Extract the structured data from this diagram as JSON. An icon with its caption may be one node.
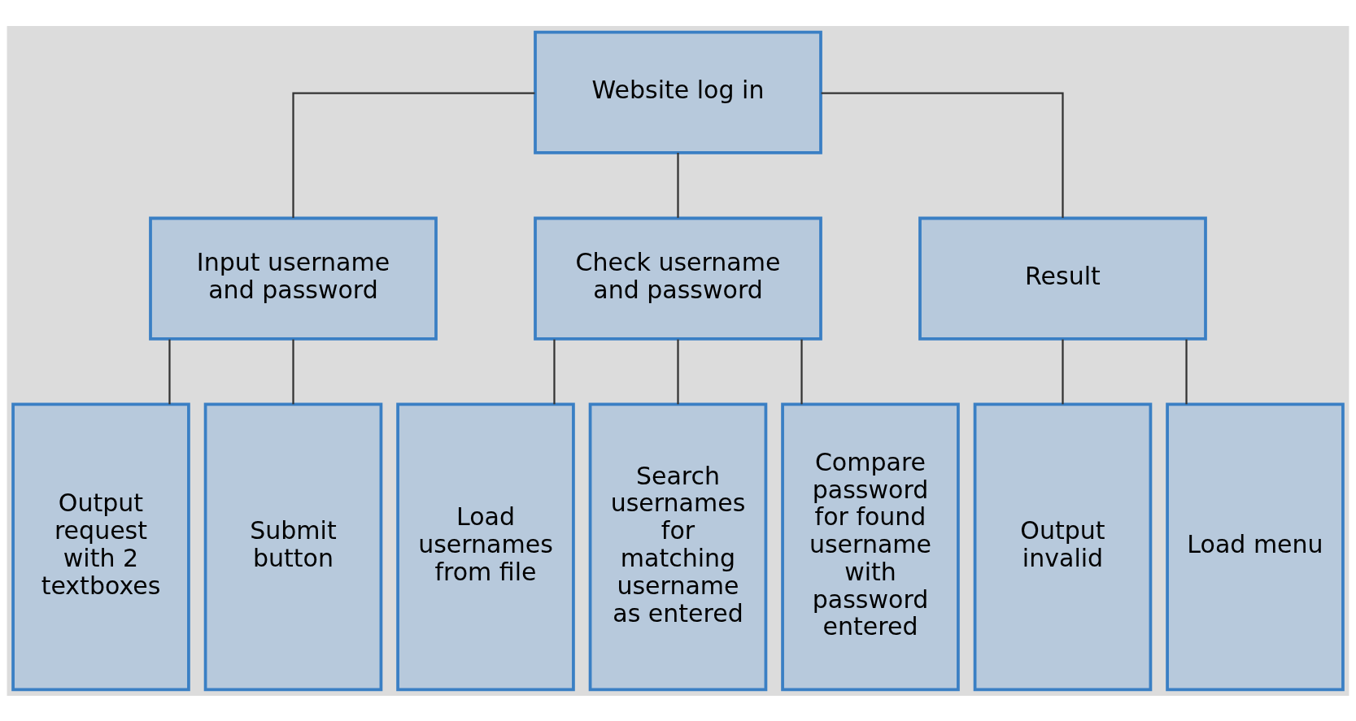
{
  "diagram": {
    "nodes": [
      {
        "text": [
          "Website log in"
        ]
      },
      {
        "text": [
          "Input username and password"
        ]
      },
      {
        "text": [
          "Check username and password"
        ]
      },
      {
        "text": [
          "Result"
        ]
      },
      {
        "text": [
          "Output request with 2 textboxes"
        ]
      },
      {
        "text": [
          "Submit button"
        ]
      },
      {
        "text": [
          "Load usernames from file"
        ]
      },
      {
        "text": [
          "Search usernames for matching username as entered"
        ]
      },
      {
        "text": [
          "Compare password for found username with password entered"
        ]
      },
      {
        "text": [
          "Output invalid"
        ]
      },
      {
        "text": [
          "Load menu"
        ]
      }
    ],
    "edges": [
      {
        "from": 0,
        "to": 1,
        "arrow": "none"
      },
      {
        "from": 0,
        "to": 2,
        "arrow": "none"
      },
      {
        "from": 0,
        "to": 3,
        "arrow": "none"
      },
      {
        "from": 1,
        "to": 4,
        "arrow": "none"
      },
      {
        "from": 1,
        "to": 5,
        "arrow": "none"
      },
      {
        "from": 2,
        "to": 6,
        "arrow": "none"
      },
      {
        "from": 2,
        "to": 7,
        "arrow": "none"
      },
      {
        "from": 2,
        "to": 8,
        "arrow": "none"
      },
      {
        "from": 3,
        "to": 9,
        "arrow": "none"
      },
      {
        "from": 3,
        "to": 10,
        "arrow": "none"
      }
    ]
  }
}
